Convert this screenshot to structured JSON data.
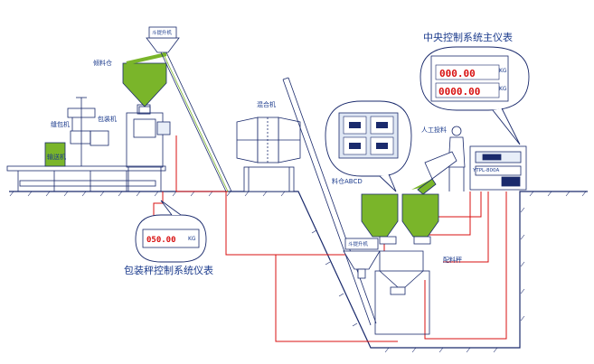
{
  "labels": {
    "main_panel_title": "中央控制系统主仪表",
    "manual_feed": "人工投料",
    "bins": "料仓ABCD",
    "mixer": "混合机",
    "packing_panel_title": "包装秤控制系统仪表",
    "bucket_elevator_top": "斗提升机",
    "bucket_elevator_bottom": "斗提升机",
    "feed_hopper": "倾料仓",
    "sewing_machine": "缝包机",
    "packing_machine": "包装机",
    "conveyor": "输送机",
    "batching_scale": "配料秤",
    "cabinet_model": "YTPL-800A"
  },
  "displays": {
    "main_row1": "000.00",
    "main_row1_unit": "KG",
    "main_row2": "0000.00",
    "main_row2_unit": "KG",
    "packing_value": "050.00",
    "packing_unit": "KG"
  },
  "colors": {
    "outline": "#1a2a6c",
    "material_green": "#7ab52a",
    "wire_red": "#d81010",
    "digit_red": "#d81010"
  }
}
